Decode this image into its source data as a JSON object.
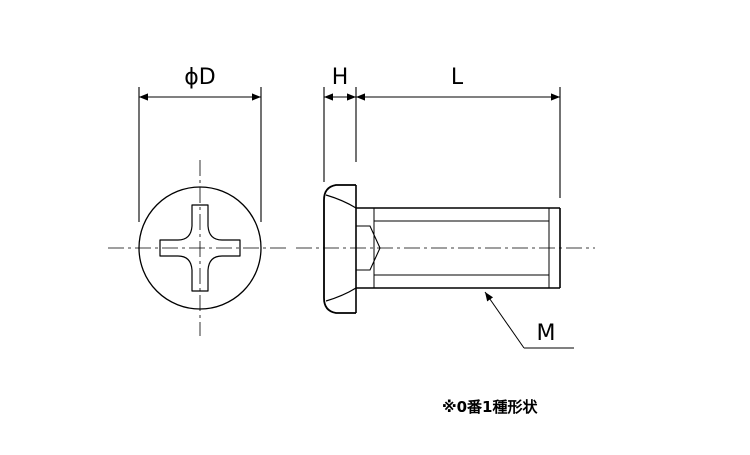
{
  "labels": {
    "head_diameter": "ϕD",
    "head_height": "H",
    "length": "L",
    "thread": "M"
  },
  "note": "※0番1種形状"
}
